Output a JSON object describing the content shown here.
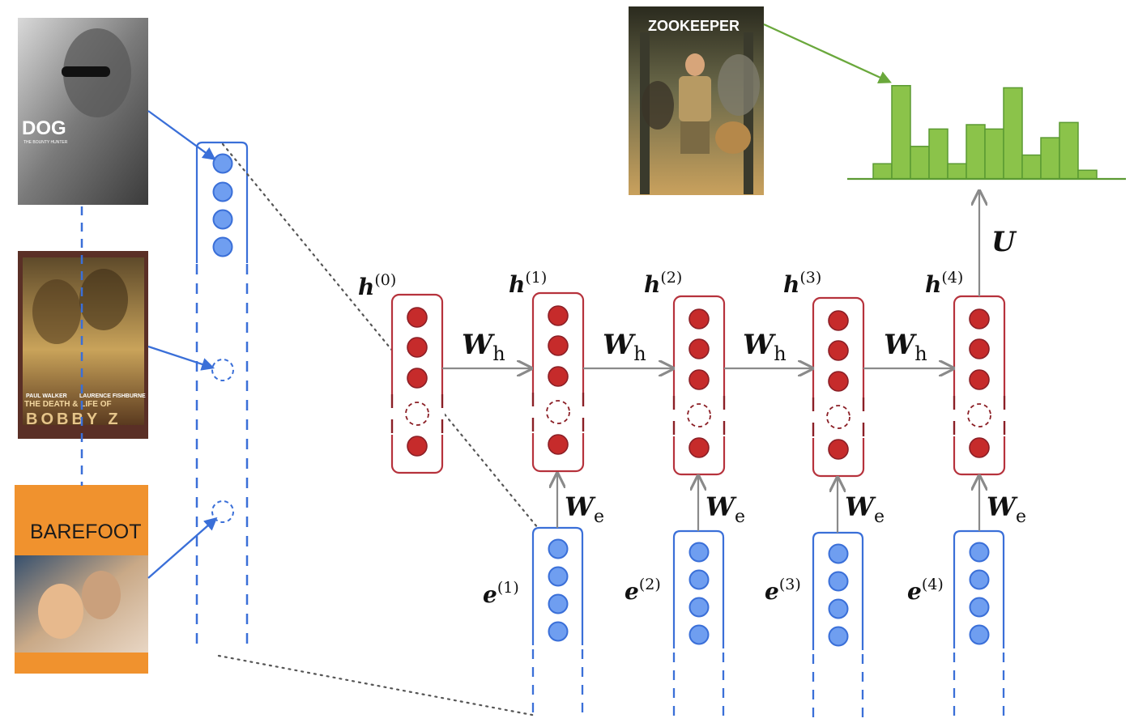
{
  "posters": [
    {
      "title": "DOG",
      "subtitle": "THE BOUNTY HUNTER"
    },
    {
      "actors": [
        "PAUL WALKER",
        "LAURENCE FISHBURNE"
      ],
      "title": "THE DEATH & LIFE OF",
      "title2": "BOBBY Z"
    },
    {
      "title": "BAREFOOT"
    }
  ],
  "target_poster": {
    "title": "ZOOKEEPER"
  },
  "hidden_labels": [
    {
      "base": "h",
      "sup": "(0)"
    },
    {
      "base": "h",
      "sup": "(1)"
    },
    {
      "base": "h",
      "sup": "(2)"
    },
    {
      "base": "h",
      "sup": "(3)"
    },
    {
      "base": "h",
      "sup": "(4)"
    }
  ],
  "embed_labels": [
    {
      "base": "e",
      "sup": "(1)"
    },
    {
      "base": "e",
      "sup": "(2)"
    },
    {
      "base": "e",
      "sup": "(3)"
    },
    {
      "base": "e",
      "sup": "(4)"
    }
  ],
  "weights": {
    "Wh": {
      "base": "W",
      "sub": "h"
    },
    "We": {
      "base": "W",
      "sub": "e"
    },
    "U": "U"
  },
  "histogram": {
    "values": [
      0.07,
      0.43,
      0.15,
      0.23,
      0.07,
      0.25,
      0.23,
      0.42,
      0.11,
      0.19,
      0.26,
      0.04
    ]
  },
  "colors": {
    "blue": "#3a6fd8",
    "blue_fill": "#6f9ef0",
    "red": "#b6323c",
    "red_fill": "#c62b2b",
    "green": "#8bc34a",
    "green_line": "#5b9a32",
    "gray": "#8a8a8a"
  }
}
